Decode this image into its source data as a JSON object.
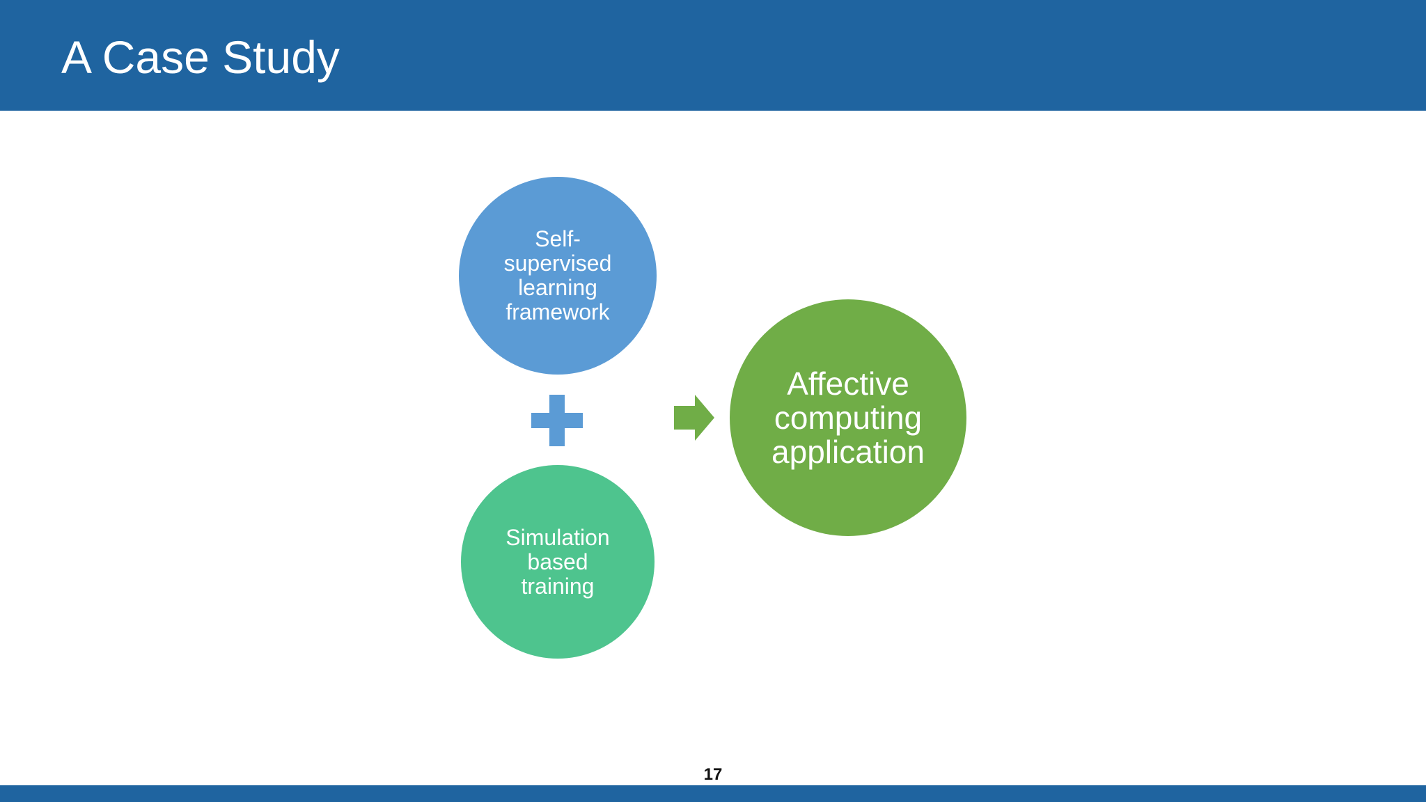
{
  "slide": {
    "title": "A Case Study",
    "page_number": "17"
  },
  "diagram": {
    "inputs": [
      {
        "label": "Self-\nsupervised\nlearning\nframework",
        "color": "#5b9bd5"
      },
      {
        "label": "Simulation\nbased\ntraining",
        "color": "#4ec48e"
      }
    ],
    "output": {
      "label": "Affective\ncomputing\napplication",
      "color": "#70ad47"
    },
    "combine_icon": "plus-icon",
    "result_icon": "arrow-right-icon"
  },
  "colors": {
    "header": "#1f64a0",
    "footer": "#1f64a0",
    "plus": "#5b9bd5",
    "arrow": "#70ad47"
  }
}
